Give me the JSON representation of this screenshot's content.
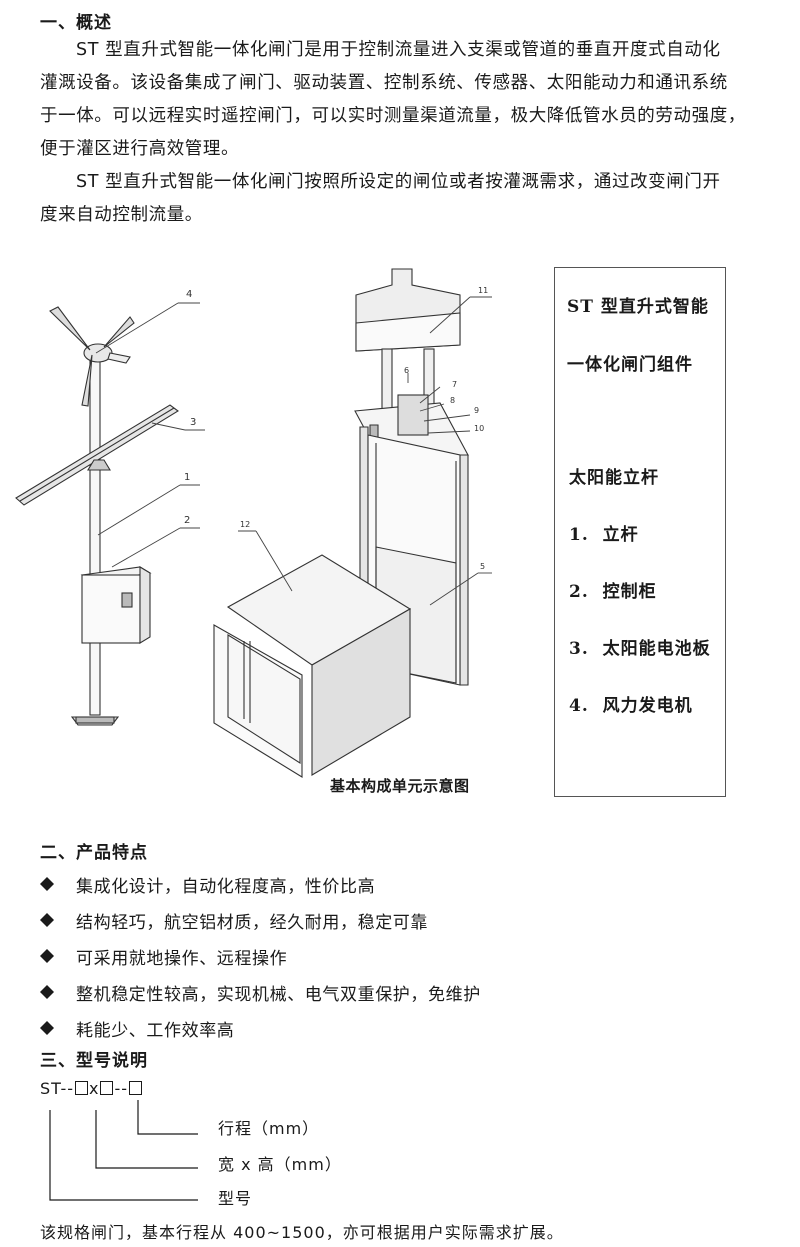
{
  "section1": {
    "heading": "一、概述",
    "para1_l1": "ST 型直升式智能一体化闸门是用于控制流量进入支渠或管道的垂直开度式自动化",
    "para1_l2": "灌溉设备。该设备集成了闸门、驱动装置、控制系统、传感器、太阳能动力和通讯系统",
    "para1_l3": "于一体。可以远程实时遥控闸门，可以实时测量渠道流量，极大降低管水员的劳动强度，",
    "para1_l4": "便于灌区进行高效管理。",
    "para2_l1": "ST 型直升式智能一体化闸门按照所设定的闸位或者按灌溉需求，通过改变闸门开",
    "para2_l2": "度来自动控制流量。"
  },
  "diagram": {
    "caption": "基本构成单元示意图",
    "callouts": {
      "c1": "1",
      "c2": "2",
      "c3": "3",
      "c4": "4",
      "c5": "5",
      "c6": "6",
      "c7": "7",
      "c8": "8",
      "c9": "9",
      "c10": "10",
      "c11": "11",
      "c12": "12"
    }
  },
  "legend": {
    "title_l1": "ST 型直升式智能",
    "title_l2": "一体化闸门组件",
    "subtitle": "太阳能立杆",
    "items": [
      "1.  立杆",
      "2.  控制柜",
      "3.  太阳能电池板",
      "4.  风力发电机"
    ]
  },
  "section2": {
    "heading": "二、产品特点",
    "features": [
      "集成化设计，自动化程度高，性价比高",
      "结构轻巧，航空铝材质，经久耐用，稳定可靠",
      "可采用就地操作、远程操作",
      "整机稳定性较高，实现机械、电气双重保护，免维护",
      "耗能少、工作效率高"
    ]
  },
  "section3": {
    "heading": "三、型号说明",
    "code_p1": "ST--",
    "code_p2": "x",
    "code_p3": "--",
    "label_stroke": "行程（mm）",
    "label_size": "宽 x 高（mm）",
    "label_type": "型号",
    "note": "该规格闸门，基本行程从 400~1500，亦可根据用户实际需求扩展。"
  },
  "colors": {
    "text": "#1a1a1a",
    "line": "#333333",
    "fill_light": "#f2f2f2",
    "fill_mid": "#d9d9d9"
  }
}
